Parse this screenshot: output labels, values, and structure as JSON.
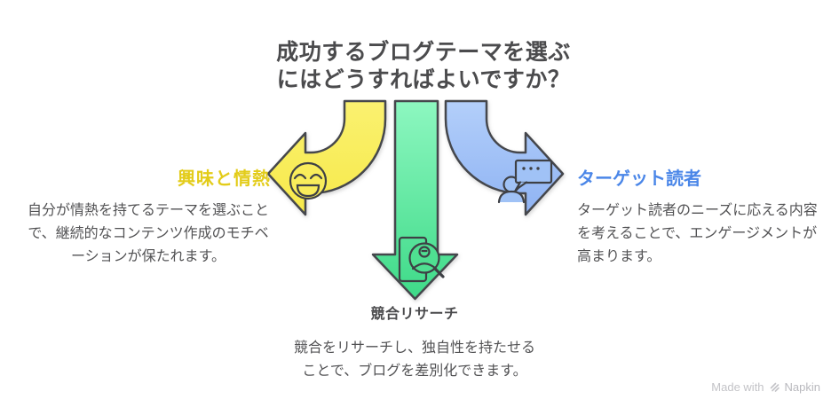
{
  "title": {
    "line1": "成功するブログテーマを選ぶ",
    "line2": "にはどうすればよいですか？"
  },
  "sections": {
    "passion": {
      "heading": "興味と情熱",
      "accent": "#E3CC1A",
      "arrow_color": "#F9ED5B",
      "icon": "smiley-face",
      "body": "自分が情熱を持てるテーマを選ぶこと\nで、継続的なコンテンツ作成のモチベ\nーションが保たれます。"
    },
    "research": {
      "heading": "競合リサーチ",
      "accent": "#4A4A4C",
      "arrow_color": "#52E096",
      "icon": "profile-search",
      "body": "競合をリサーチし、独自性を持たせる\nことで、ブログを差別化できます。"
    },
    "audience": {
      "heading": "ターゲット読者",
      "accent": "#4A86E8",
      "arrow_color": "#A3C4F7",
      "icon": "person-chat",
      "body": "ターゲット読者のニーズに応える内容\nを考えることで、エンゲージメントが\n高まります。"
    }
  },
  "credit": {
    "prefix": "Made with",
    "brand": "Napkin"
  }
}
